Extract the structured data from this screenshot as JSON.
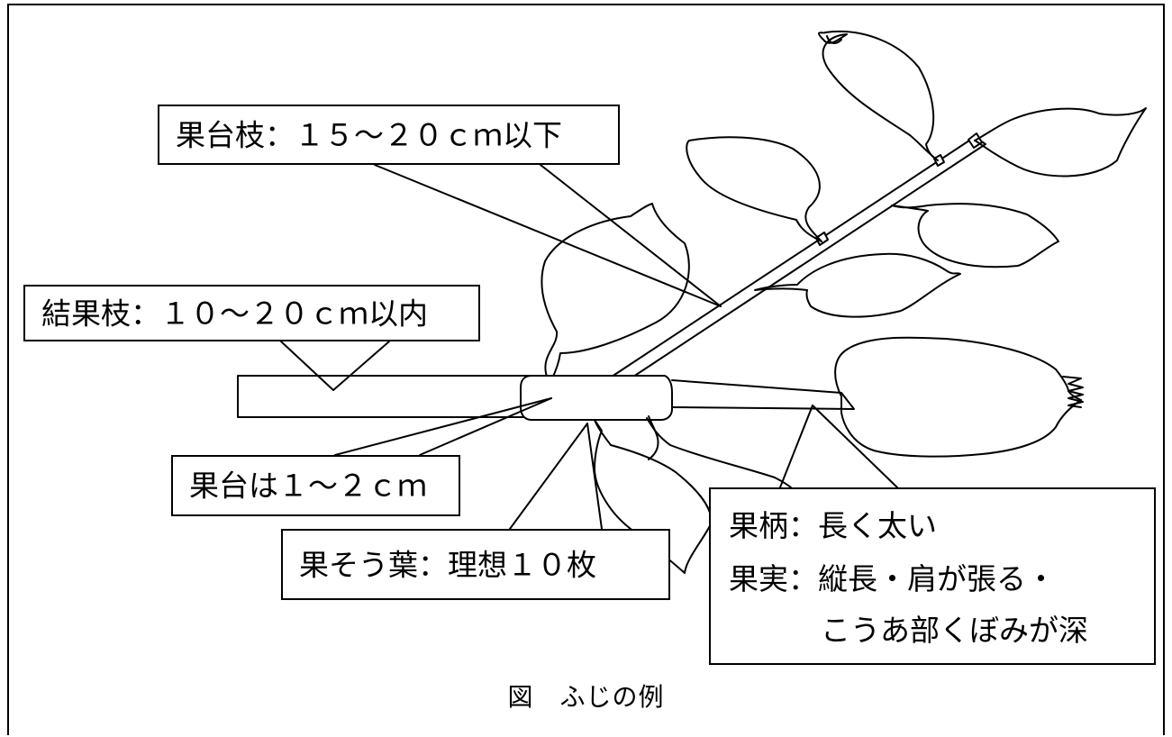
{
  "labels": {
    "kadaishi": "果台枝：１５～２０ｃｍ以下",
    "kekkashi": "結果枝：１０～２０ｃｍ以内",
    "kadai": "果台は１～２ｃｍ",
    "kasoyo": "果そう葉：理想１０枚",
    "kahei_line1": "果柄：長く太い",
    "kahei_line2": "果実：縦長・肩が張る・",
    "kahei_line3": "こうあ部くぼみが深"
  },
  "caption": "図　ふじの例"
}
